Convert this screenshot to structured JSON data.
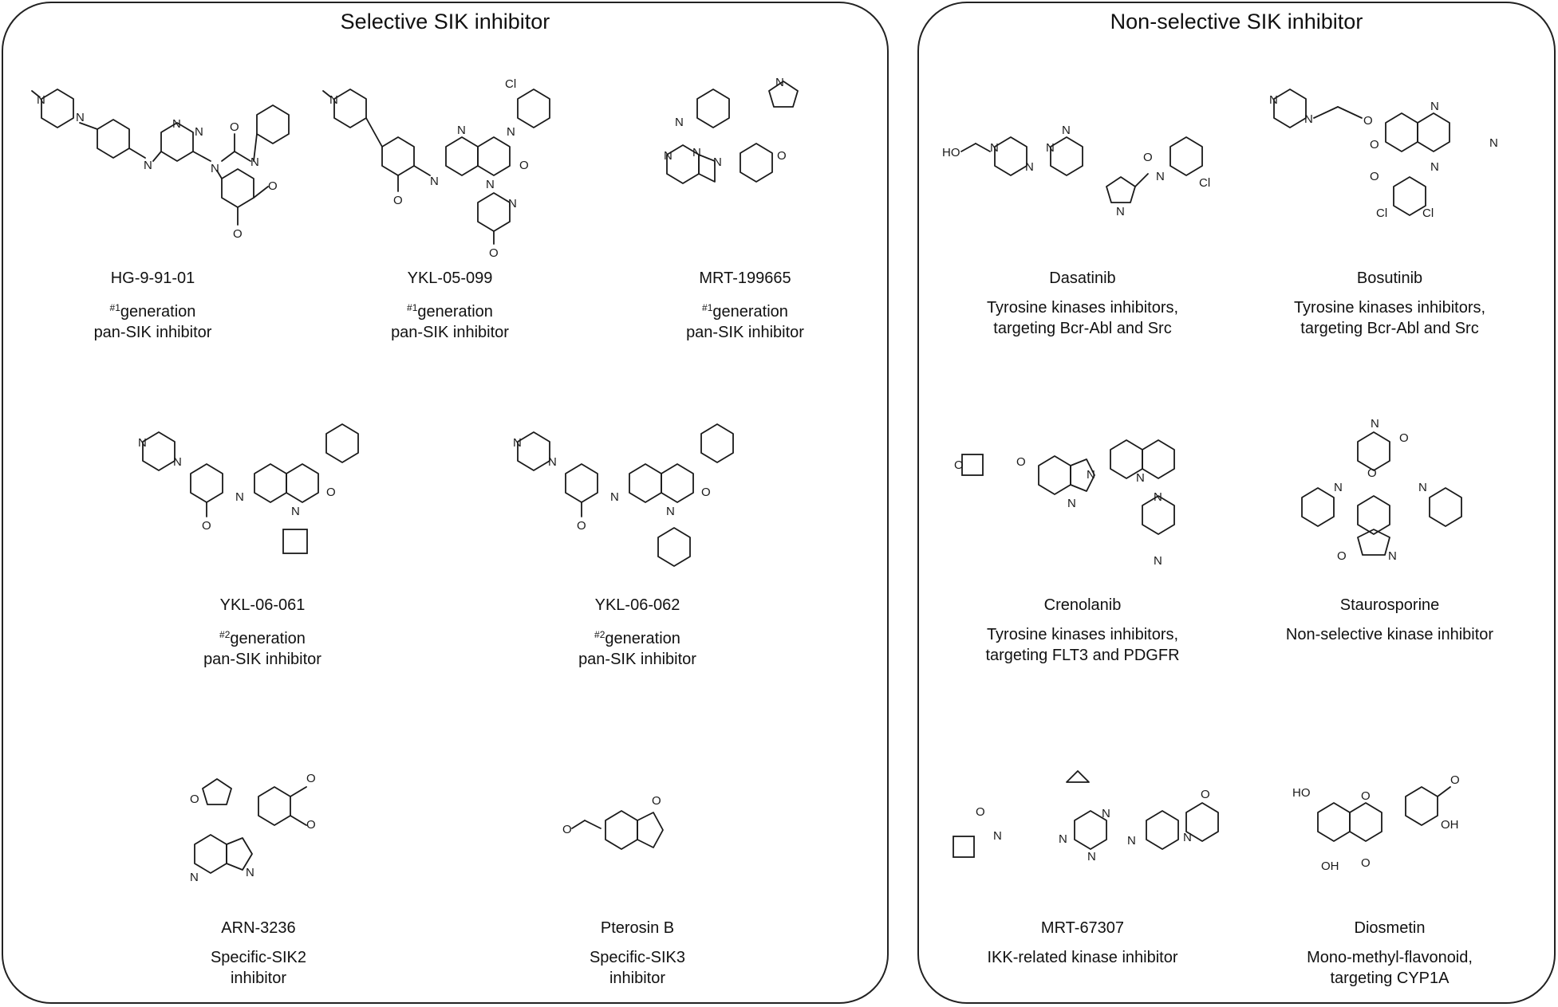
{
  "panels": {
    "selective": {
      "title": "Selective SIK inhibitor",
      "compounds": [
        {
          "name": "HG-9-91-01",
          "sup": "#1",
          "line1": "generation",
          "line2": "pan-SIK inhibitor"
        },
        {
          "name": "YKL-05-099",
          "sup": "#1",
          "line1": "generation",
          "line2": "pan-SIK inhibitor"
        },
        {
          "name": "MRT-199665",
          "sup": "#1",
          "line1": "generation",
          "line2": "pan-SIK inhibitor"
        },
        {
          "name": "YKL-06-061",
          "sup": "#2",
          "line1": "generation",
          "line2": "pan-SIK inhibitor"
        },
        {
          "name": "YKL-06-062",
          "sup": "#2",
          "line1": "generation",
          "line2": "pan-SIK inhibitor"
        },
        {
          "name": "ARN-3236",
          "line1": "Specific-SIK2",
          "line2": "inhibitor"
        },
        {
          "name": "Pterosin B",
          "line1": "Specific-SIK3",
          "line2": "inhibitor"
        }
      ]
    },
    "nonselective": {
      "title": "Non-selective SIK inhibitor",
      "compounds": [
        {
          "name": "Dasatinib",
          "line1": "Tyrosine kinases inhibitors,",
          "line2": "targeting Bcr-Abl and Src"
        },
        {
          "name": "Bosutinib",
          "line1": "Tyrosine kinases inhibitors,",
          "line2": "targeting Bcr-Abl and Src"
        },
        {
          "name": "Crenolanib",
          "line1": "Tyrosine kinases inhibitors,",
          "line2": "targeting FLT3 and PDGFR"
        },
        {
          "name": "Staurosporine",
          "line1": "Non-selective kinase inhibitor",
          "line2": ""
        },
        {
          "name": "MRT-67307",
          "line1": "IKK-related kinase inhibitor",
          "line2": ""
        },
        {
          "name": "Diosmetin",
          "line1": "Mono-methyl-flavonoid,",
          "line2": "targeting CYP1A"
        }
      ]
    }
  },
  "atoms": {
    "N": "N",
    "O": "O",
    "Cl": "Cl",
    "HO": "HO",
    "OH": "OH"
  }
}
